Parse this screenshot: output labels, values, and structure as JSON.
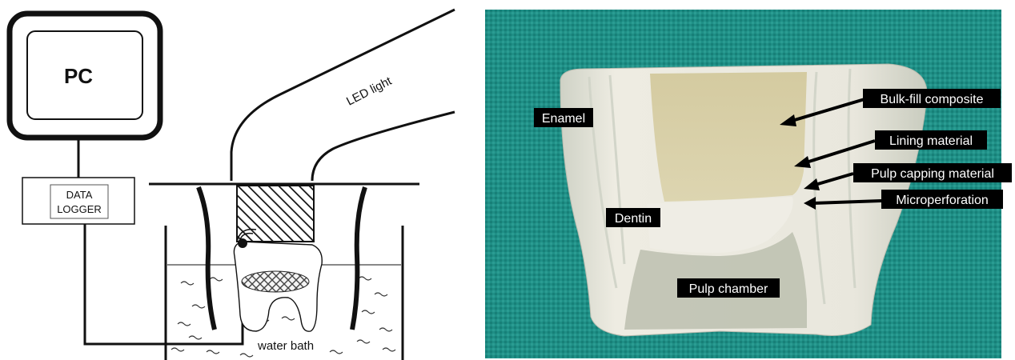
{
  "setup_diagram": {
    "pc_label": "PC",
    "logger_line1": "DATA",
    "logger_line2": "LOGGER",
    "led_label": "LED light",
    "bath_label": "water bath"
  },
  "photo": {
    "labels": {
      "enamel": "Enamel",
      "dentin": "Dentin",
      "pulp_chamber": "Pulp chamber",
      "bulk_fill": "Bulk-fill composite",
      "lining": "Lining material",
      "pulp_capping": "Pulp capping material",
      "microperforation": "Microperforation"
    },
    "colors": {
      "background_cloth": "#1f8f86",
      "tooth": "#e8e6dc",
      "composite": "#d8cfa6",
      "label_box": "#000000"
    }
  }
}
